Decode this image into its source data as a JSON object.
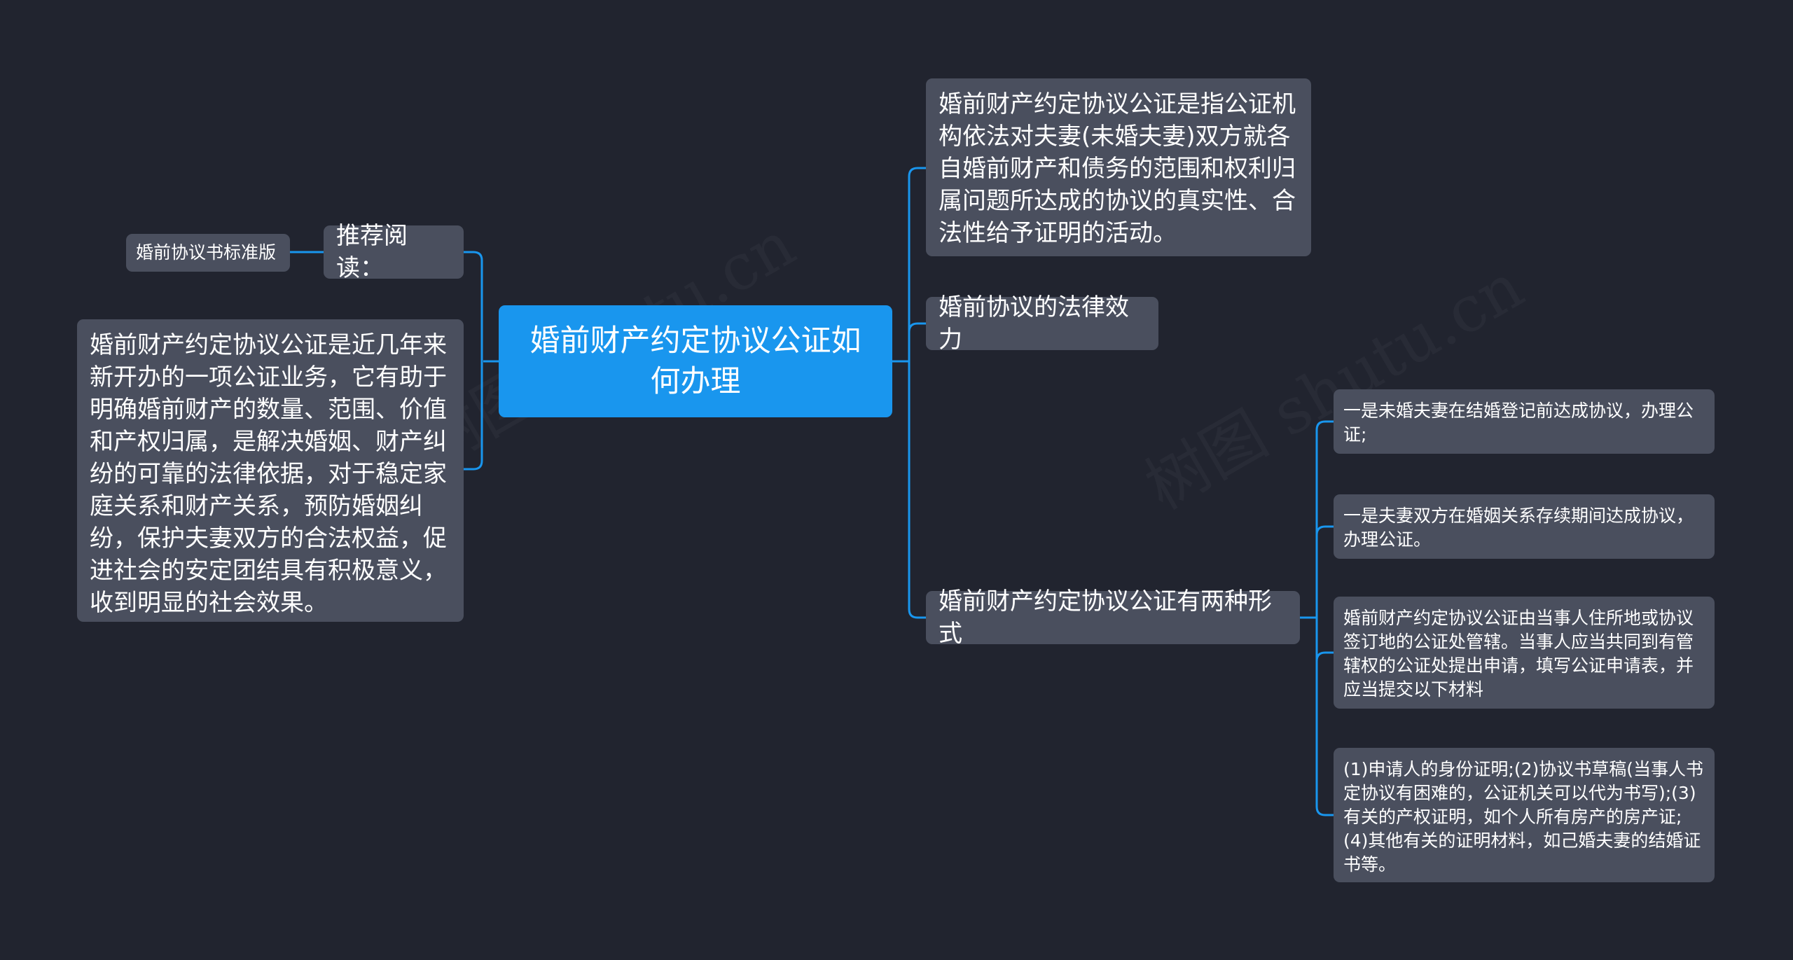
{
  "mindmap": {
    "root": {
      "text": "婚前财产约定协议公证如何办理"
    },
    "left": {
      "recommend": {
        "label": "推荐阅读：",
        "child": "婚前协议书标准版"
      },
      "description": "婚前财产约定协议公证是近几年来新开办的一项公证业务，它有助于明确婚前财产的数量、范围、价值和产权归属，是解决婚姻、财产纠纷的可靠的法律依据，对于稳定家庭关系和财产关系，预防婚姻纠纷，保护夫妻双方的合法权益，促进社会的安定团结具有积极意义，收到明显的社会效果。"
    },
    "right": {
      "definition": "婚前财产约定协议公证是指公证机构依法对夫妻(未婚夫妻)双方就各自婚前财产和债务的范围和权利归属问题所达成的协议的真实性、合法性给予证明的活动。",
      "legal_effect": "婚前协议的法律效力",
      "two_forms": {
        "label": "婚前财产约定协议公证有两种形式",
        "children": [
          "一是未婚夫妻在结婚登记前达成协议，办理公证;",
          "一是夫妻双方在婚姻关系存续期间达成协议，办理公证。",
          "婚前财产约定协议公证由当事人住所地或协议签订地的公证处管辖。当事人应当共同到有管辖权的公证处提出申请，填写公证申请表，并应当提交以下材料",
          "(1)申请人的身份证明;(2)协议书草稿(当事人书定协议有困难的，公证机关可以代为书写);(3)有关的产权证明，如个人所有房产的房产证;(4)其他有关的证明材料，如己婚夫妻的结婚证书等。"
        ]
      }
    },
    "watermark": "树图 shutu.cn"
  },
  "colors": {
    "background": "#21242f",
    "root_fill": "#1996ee",
    "node_fill": "#4a4f5e",
    "connector": "#1996ee",
    "text": "#ffffff"
  }
}
